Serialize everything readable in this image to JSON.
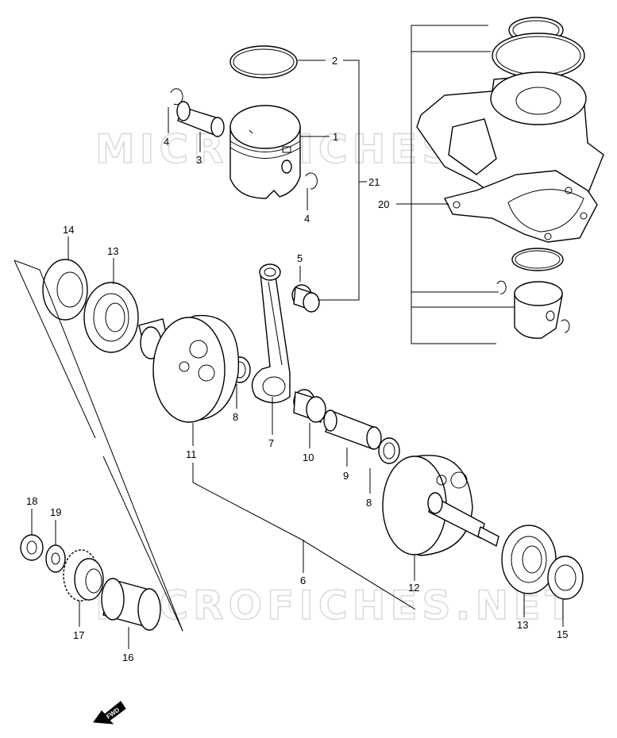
{
  "watermark": "MICROFICHES.NET",
  "fwd_label": "FWD",
  "colors": {
    "ink": "#000000",
    "watermark": "#d9d9d9",
    "background": "#ffffff"
  },
  "parts": [
    {
      "id": "piston",
      "label": "1"
    },
    {
      "id": "piston-ring",
      "label": "2"
    },
    {
      "id": "piston-pin",
      "label": "3"
    },
    {
      "id": "circlip-a",
      "label": "4"
    },
    {
      "id": "circlip-b",
      "label": "4"
    },
    {
      "id": "small-end-bearing",
      "label": "5"
    },
    {
      "id": "crankshaft",
      "label": "6"
    },
    {
      "id": "conrod",
      "label": "7"
    },
    {
      "id": "thrust-washer-a",
      "label": "8"
    },
    {
      "id": "thrust-washer-b",
      "label": "8"
    },
    {
      "id": "crank-pin",
      "label": "9"
    },
    {
      "id": "big-end-bearing",
      "label": "10"
    },
    {
      "id": "crank-half-left",
      "label": "11"
    },
    {
      "id": "crank-half-right",
      "label": "12"
    },
    {
      "id": "bearing-left",
      "label": "13"
    },
    {
      "id": "bearing-right",
      "label": "13"
    },
    {
      "id": "oil-seal-left",
      "label": "14"
    },
    {
      "id": "oil-seal-right",
      "label": "15"
    },
    {
      "id": "spacer",
      "label": "16"
    },
    {
      "id": "gear",
      "label": "17"
    },
    {
      "id": "nut",
      "label": "18"
    },
    {
      "id": "washer",
      "label": "19"
    },
    {
      "id": "gasket",
      "label": "20"
    },
    {
      "id": "kit",
      "label": "21"
    }
  ]
}
